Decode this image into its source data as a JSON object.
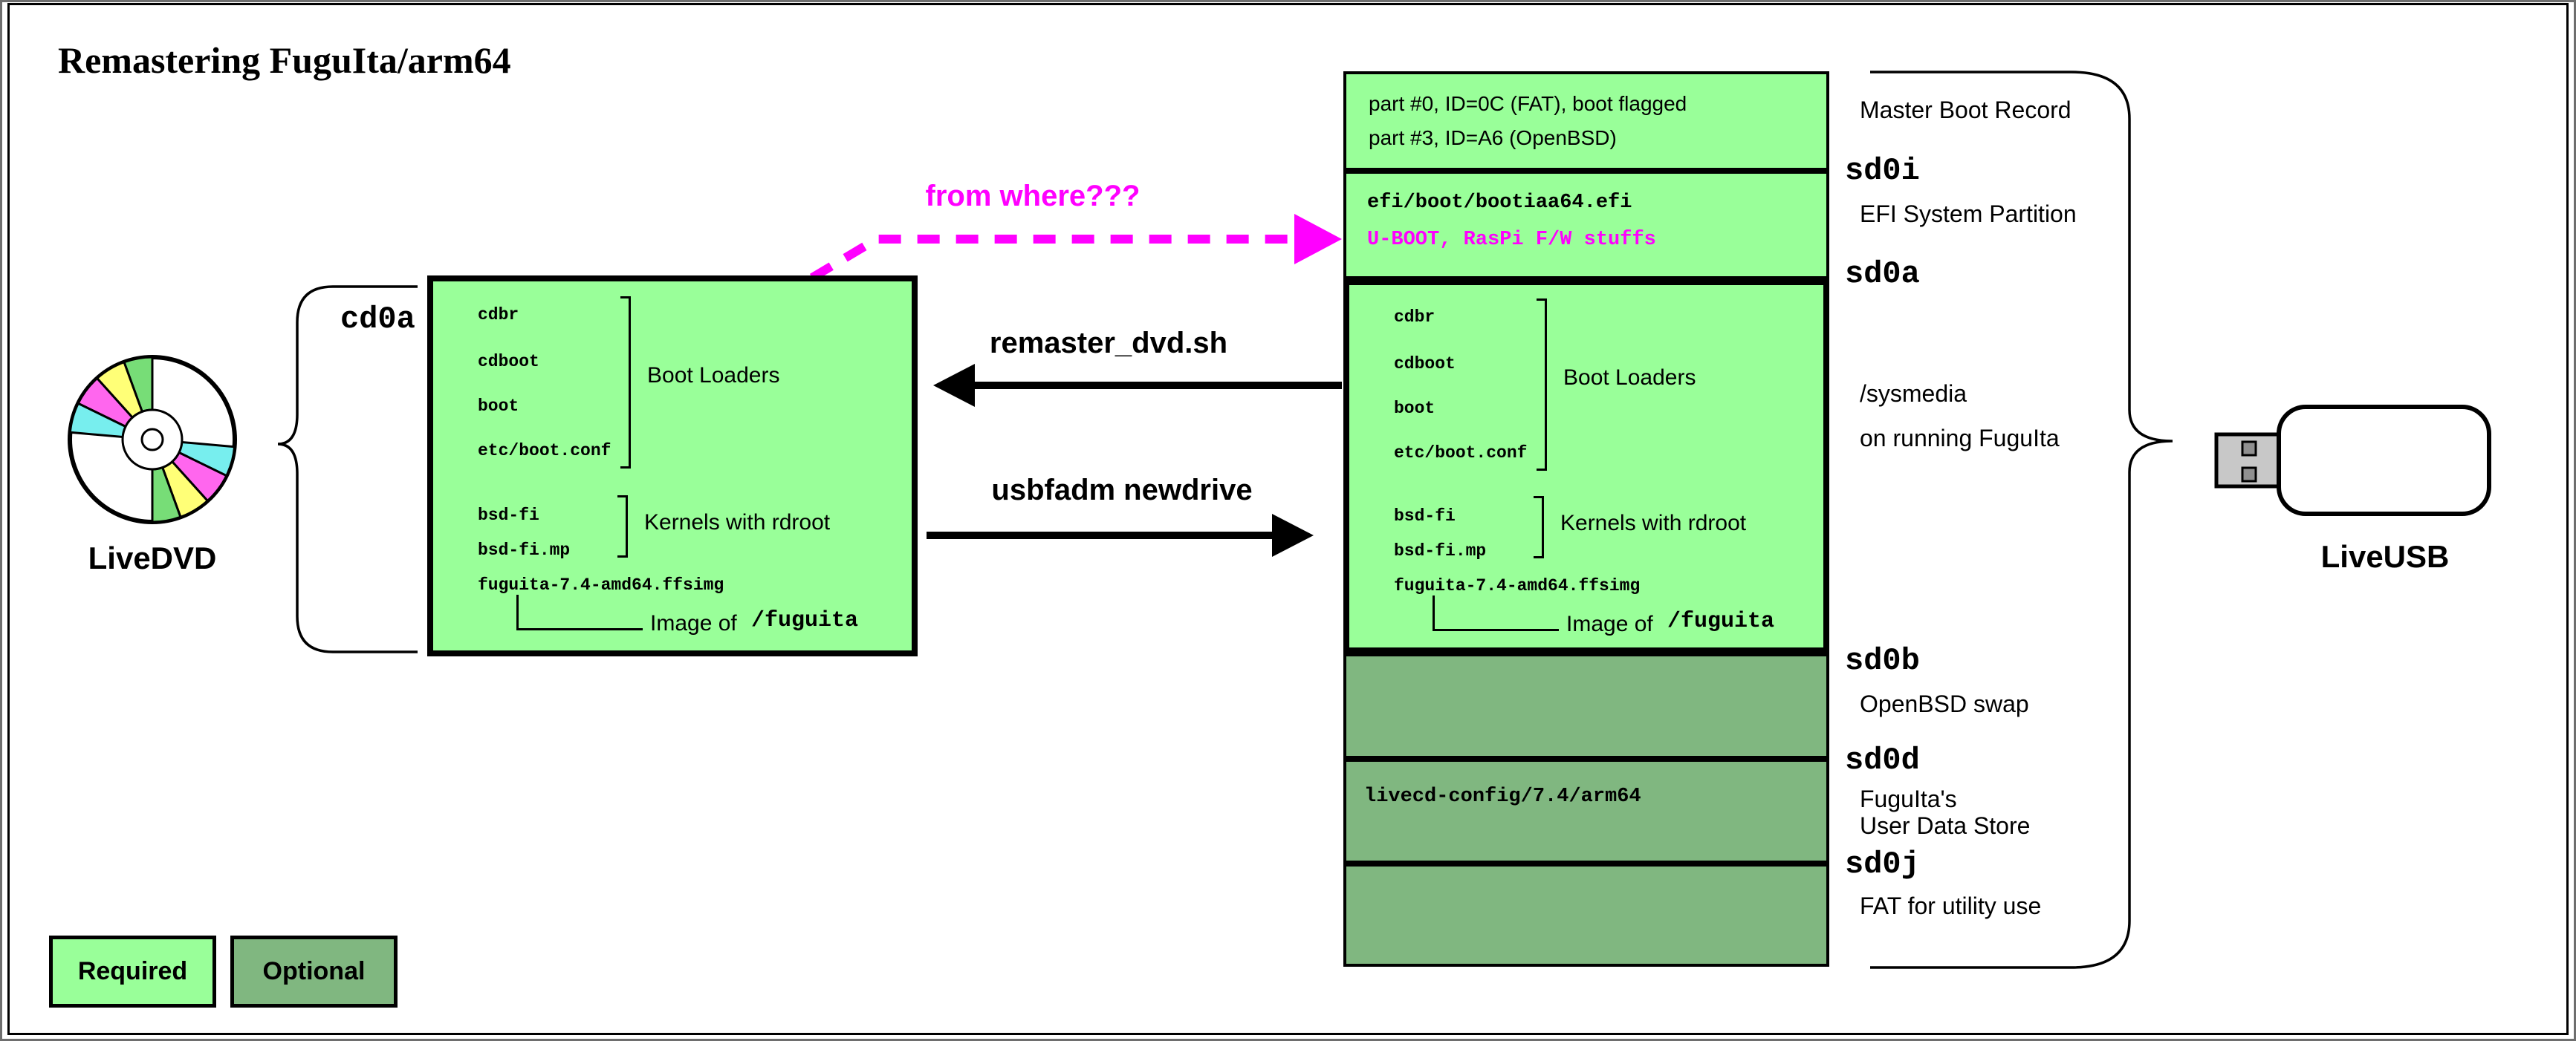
{
  "page": {
    "title": "Remastering FuguIta/arm64"
  },
  "colors": {
    "required_green": "#99FF99",
    "optional_green": "#80B780",
    "magenta": "#FF00FF",
    "dvd_green": "#77DD77",
    "dvd_yellow": "#FFFF77",
    "dvd_magenta": "#FF66EE",
    "dvd_cyan": "#77EEEE",
    "usb_connector_gray": "#C8C8C8"
  },
  "dvd": {
    "label": "LiveDVD",
    "partition_label": "cd0a"
  },
  "usb": {
    "label": "LiveUSB"
  },
  "fs_box": {
    "item1": "cdbr",
    "item2": "cdboot",
    "item3": "boot",
    "item4": "etc/boot.conf",
    "boot_loaders_label": "Boot Loaders",
    "kernel1": "bsd-fi",
    "kernel2": "bsd-fi.mp",
    "kernels_label": "Kernels with rdroot",
    "image_file": "fuguita-7.4-amd64.ffsimg",
    "image_of_label": "Image of",
    "image_of_target": "/fuguita"
  },
  "arrows": {
    "remaster_label": "remaster_dvd.sh",
    "newdrive_label": "usbfadm newdrive",
    "from_where_label": "from where???"
  },
  "usb_stack": {
    "mbr_line1": "part #0, ID=0C (FAT), boot flagged",
    "mbr_line2": "part #3, ID=A6 (OpenBSD)",
    "efi_line1": "efi/boot/bootiaa64.efi",
    "efi_line2": "U-BOOT, RasPi F/W stuffs",
    "sd0d_text": "livecd-config/7.4/arm64"
  },
  "right_labels": {
    "mbr": "Master Boot Record",
    "sd0i": "sd0i",
    "sd0i_desc": "EFI System Partition",
    "sd0a": "sd0a",
    "sd0a_desc1": "/sysmedia",
    "sd0a_desc2": "on running FuguIta",
    "sd0b": "sd0b",
    "sd0b_desc": "OpenBSD swap",
    "sd0d": "sd0d",
    "sd0d_desc1": "FuguIta's",
    "sd0d_desc2": "User Data Store",
    "sd0j": "sd0j",
    "sd0j_desc": "FAT for utility use"
  },
  "legend": {
    "required": "Required",
    "optional": "Optional"
  }
}
